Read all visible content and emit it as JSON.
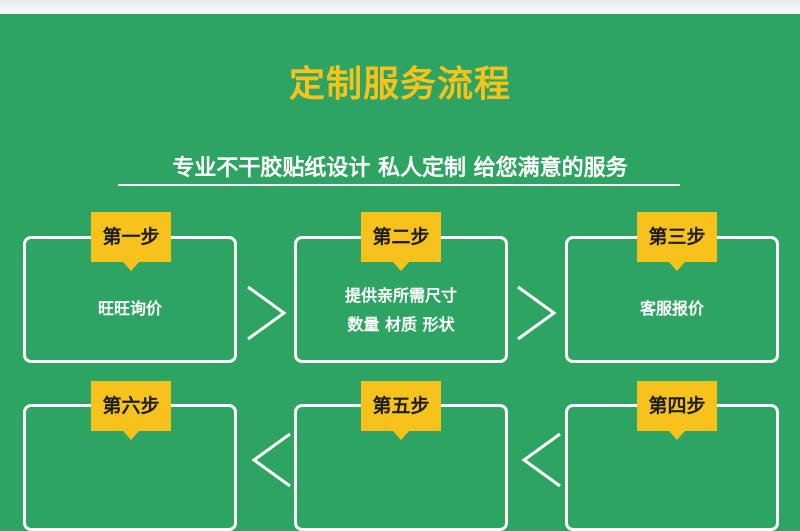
{
  "header": {
    "title": "定制服务流程",
    "subtitle": "专业不干胶贴纸设计 私人定制 给您满意的服务"
  },
  "steps": [
    {
      "label": "第一步",
      "line1": "旺旺询价",
      "line2": ""
    },
    {
      "label": "第二步",
      "line1": "提供亲所需尺寸",
      "line2": "数量 材质 形状"
    },
    {
      "label": "第三步",
      "line1": "客服报价",
      "line2": ""
    },
    {
      "label": "第四步",
      "line1": "",
      "line2": ""
    },
    {
      "label": "第五步",
      "line1": "",
      "line2": ""
    },
    {
      "label": "第六步",
      "line1": "",
      "line2": ""
    }
  ],
  "colors": {
    "background": "#2ea462",
    "accent": "#f6c21b",
    "box_border": "#ffffff"
  }
}
